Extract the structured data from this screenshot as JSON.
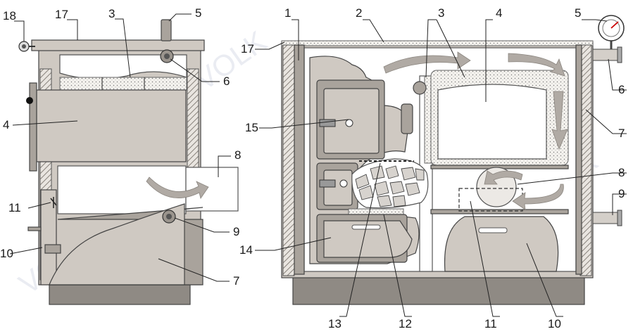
{
  "watermark": "VOLK",
  "left_labels": {
    "l18": "18",
    "l17": "17",
    "l3": "3",
    "l5": "5",
    "l6": "6",
    "l4": "4",
    "l8": "8",
    "l11": "11",
    "l9": "9",
    "l10": "10",
    "l7": "7"
  },
  "right_labels": {
    "r1": "1",
    "r2": "2",
    "r3": "3",
    "r4": "4",
    "r5": "5",
    "r17": "17",
    "r6": "6",
    "r15": "15",
    "r7": "7",
    "r8": "8",
    "r9": "9",
    "r14": "14",
    "r10": "10",
    "r11": "11",
    "r12": "12",
    "r13": "13"
  }
}
